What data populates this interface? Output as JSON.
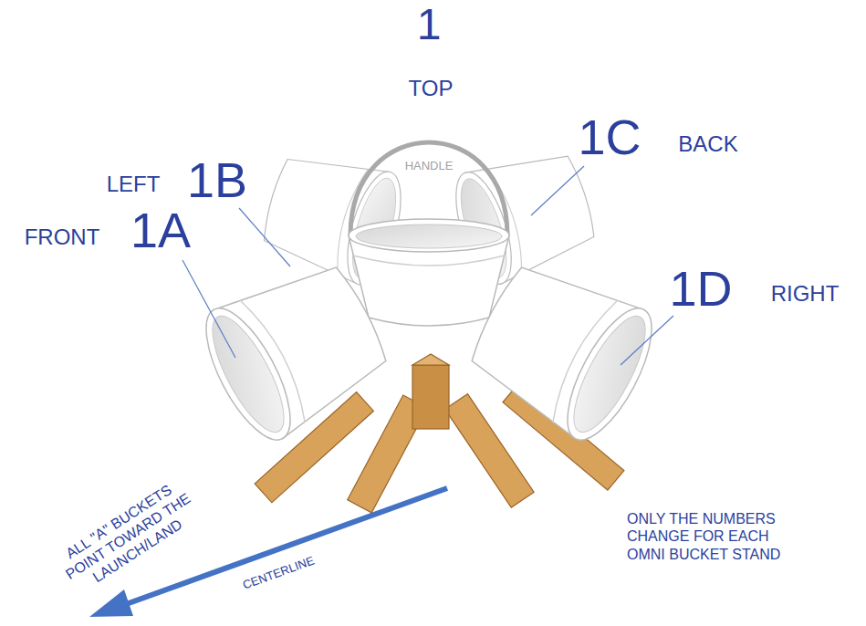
{
  "diagram": {
    "labels": [
      "1",
      "TOP",
      "HANDLE",
      "LEFT",
      "1B",
      "1C",
      "BACK",
      "FRONT",
      "1A",
      "1D",
      "RIGHT",
      "ALL \"A\" BUCKETS POINT TOWARD THE LAUNCH/LAND",
      "CENTERLINE",
      "ONLY THE NUMBERS CHANGE FOR EACH OMNI BUCKET STAND"
    ]
  }
}
